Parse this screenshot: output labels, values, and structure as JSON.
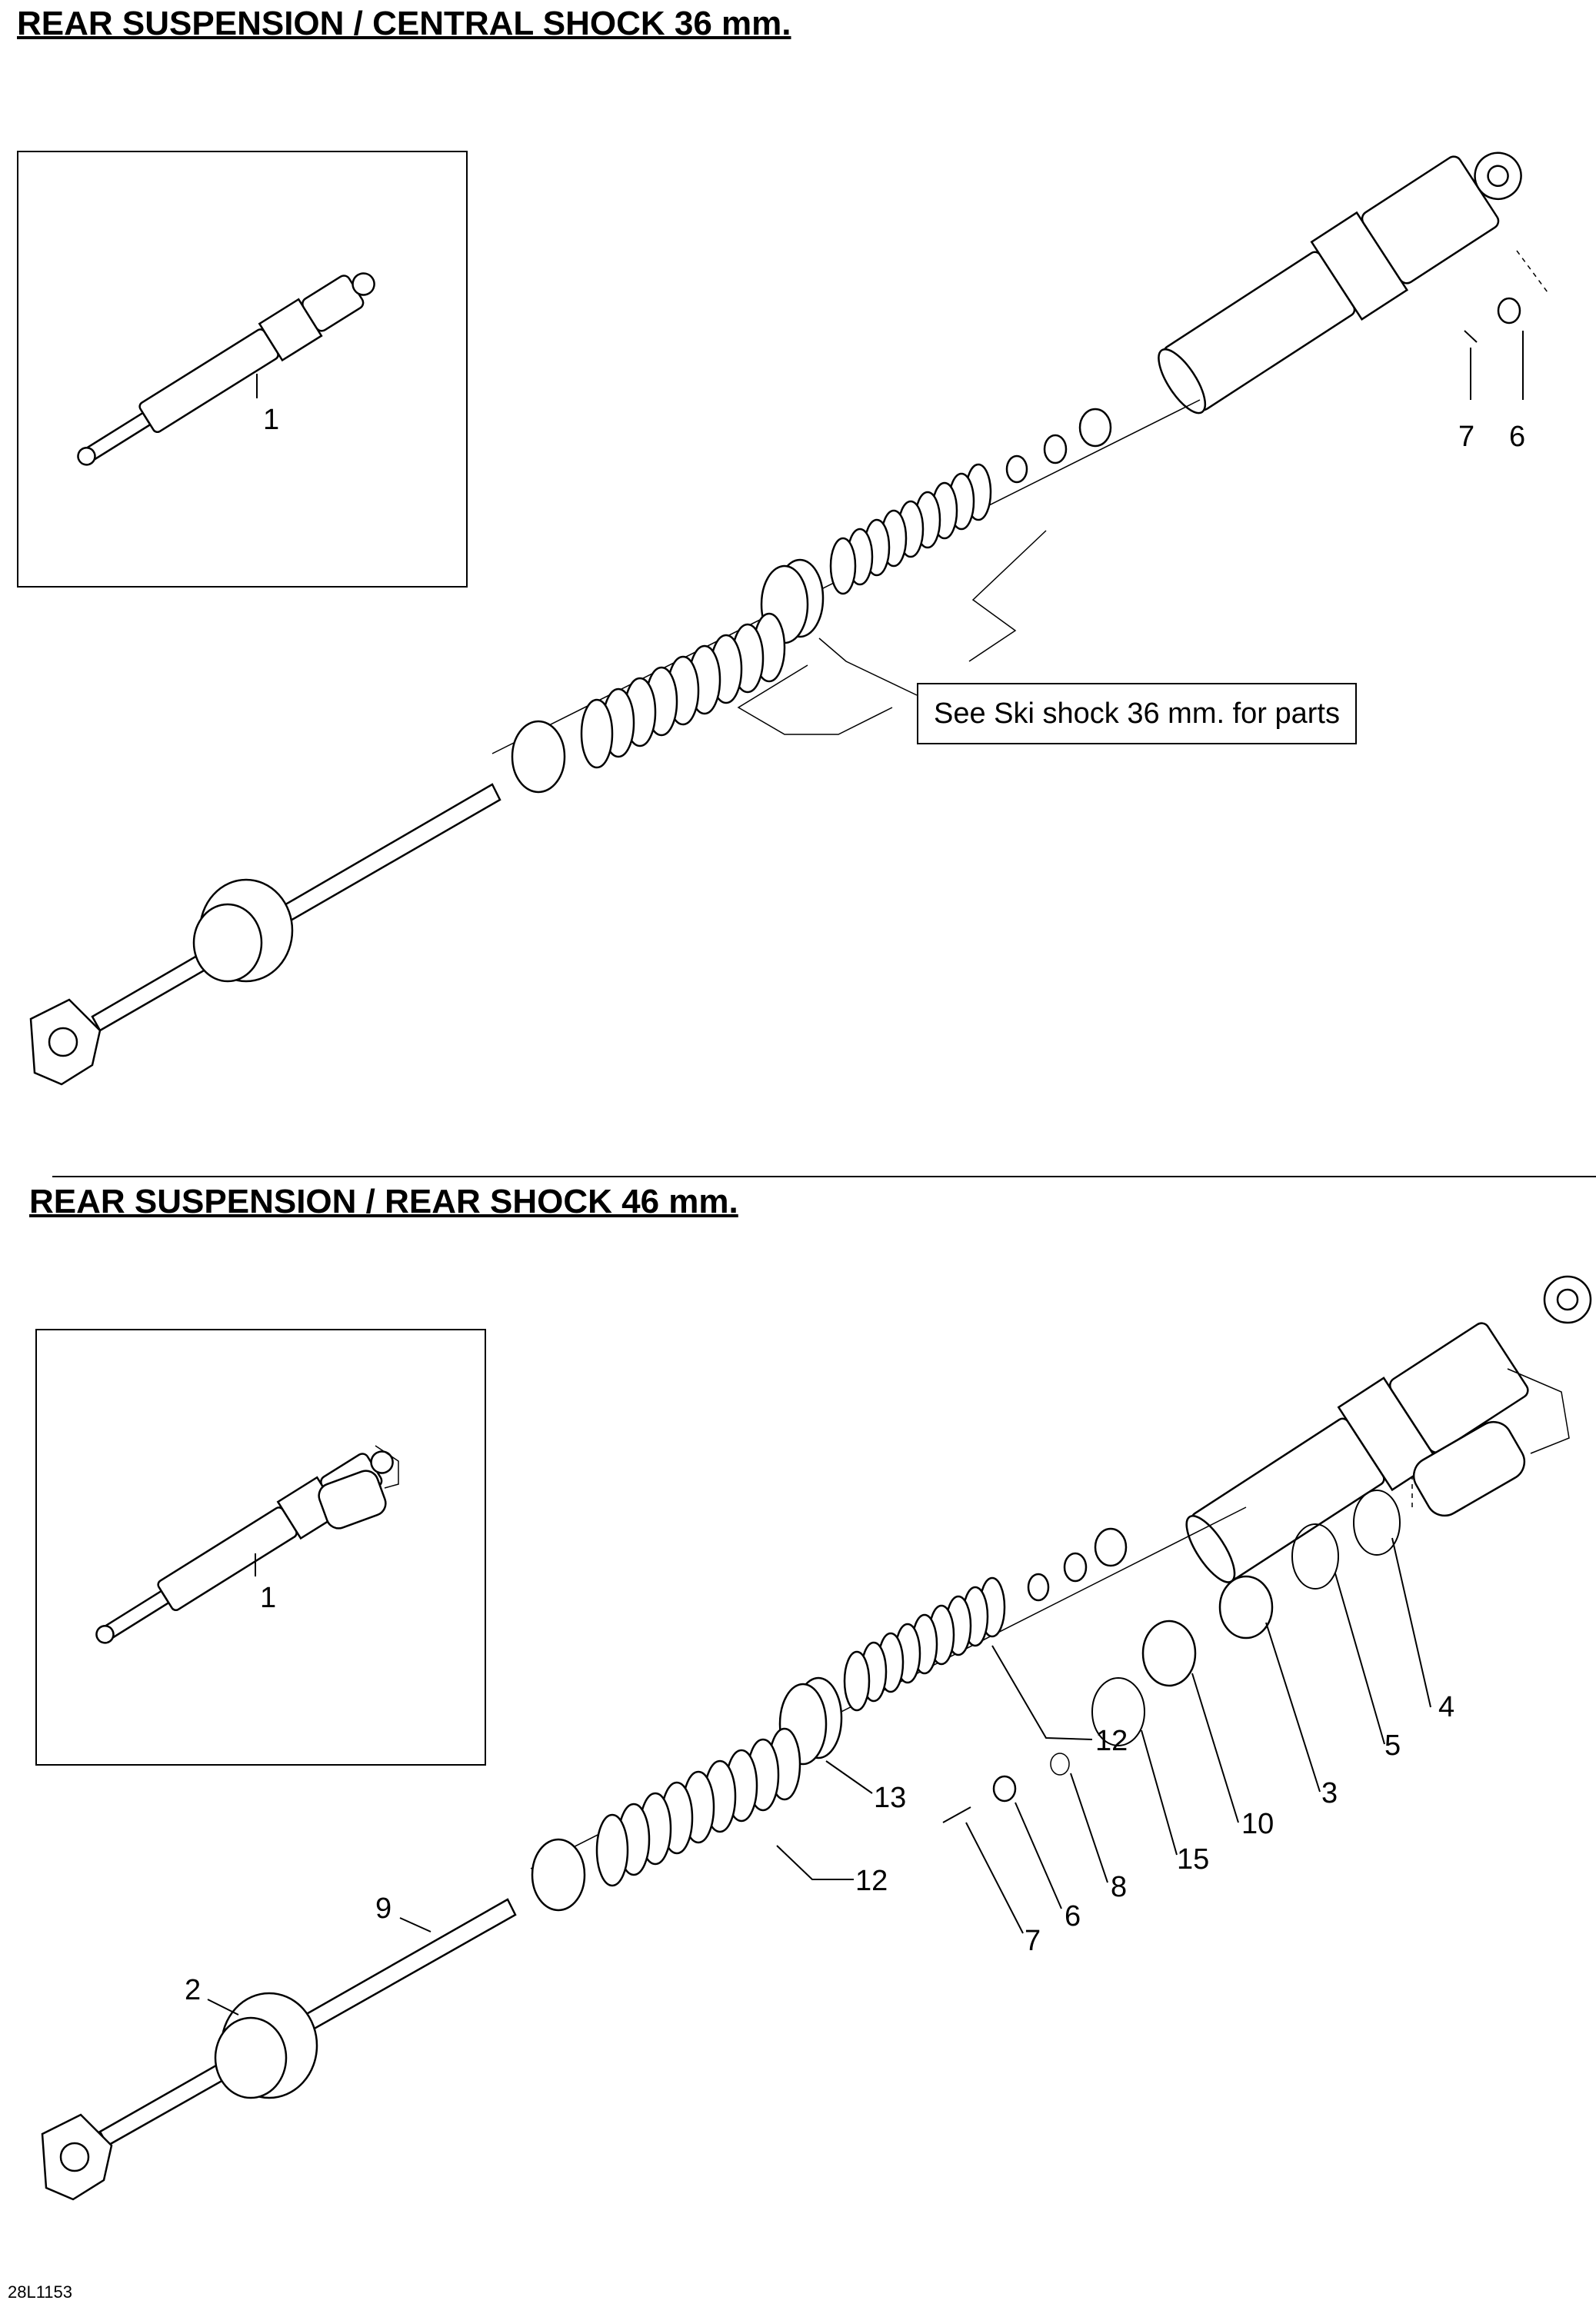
{
  "titles": {
    "central": "REAR SUSPENSION / CENTRAL SHOCK 36 mm.",
    "rear": "REAR SUSPENSION / REAR SHOCK 46 mm."
  },
  "callout_box": "See Ski shock 36 mm. for parts",
  "footer_code": "28L1153",
  "central_labels": {
    "inset_1": "1",
    "p7": "7",
    "p6": "6"
  },
  "rear_labels": {
    "inset_1": "1",
    "p4": "4",
    "p5": "5",
    "p3": "3",
    "p12a": "12",
    "p10": "10",
    "p13": "13",
    "p15": "15",
    "p8": "8",
    "p12b": "12",
    "p6": "6",
    "p7": "7",
    "p9": "9",
    "p2": "2"
  }
}
